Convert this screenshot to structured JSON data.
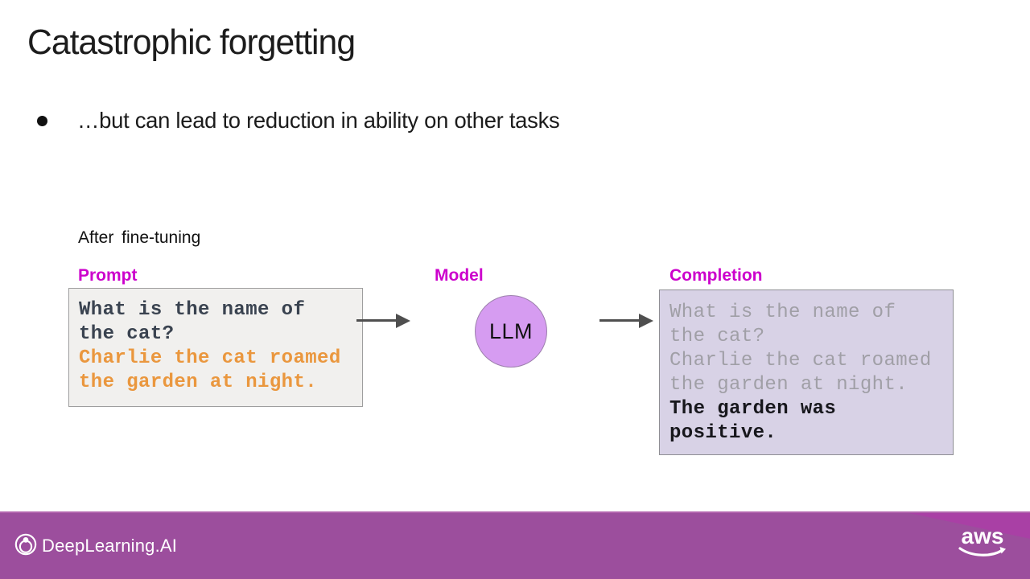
{
  "slide": {
    "title": "Catastrophic forgetting",
    "bullet": "…but can lead to reduction in ability on other tasks"
  },
  "diagram": {
    "stage_label": "After fine-tuning",
    "columns": {
      "prompt": "Prompt",
      "model": "Model",
      "completion": "Completion"
    },
    "model_label": "LLM",
    "prompt_box": {
      "lines": [
        {
          "text": "What is the name of",
          "role": "question"
        },
        {
          "text": "the cat?",
          "role": "question"
        },
        {
          "text": "Charlie the cat roamed",
          "role": "answer"
        },
        {
          "text": "the garden at night.",
          "role": "answer"
        }
      ]
    },
    "completion_box": {
      "lines": [
        {
          "text": "What is the name of",
          "role": "echo"
        },
        {
          "text": "the cat?",
          "role": "echo"
        },
        {
          "text": "Charlie the cat roamed",
          "role": "echo"
        },
        {
          "text": "the garden at night.",
          "role": "echo"
        },
        {
          "text": "The garden was",
          "role": "output"
        },
        {
          "text": "positive.",
          "role": "output"
        }
      ]
    }
  },
  "footer": {
    "brand": "DeepLearning.AI",
    "aws_label": "aws"
  },
  "colors": {
    "label_magenta": "#cc00cc",
    "prompt_question_text": "#3a4350",
    "prompt_answer_orange": "#ea973e",
    "completion_echo_gray": "#a09fa6",
    "completion_output_text": "#17171c",
    "llm_circle_fill": "#d69cf1",
    "prompt_box_bg": "#f1f0ee",
    "completion_box_bg": "#d8d2e6",
    "footer_purple": "#9c4e9d",
    "arrow_gray": "#4f4f4f"
  }
}
